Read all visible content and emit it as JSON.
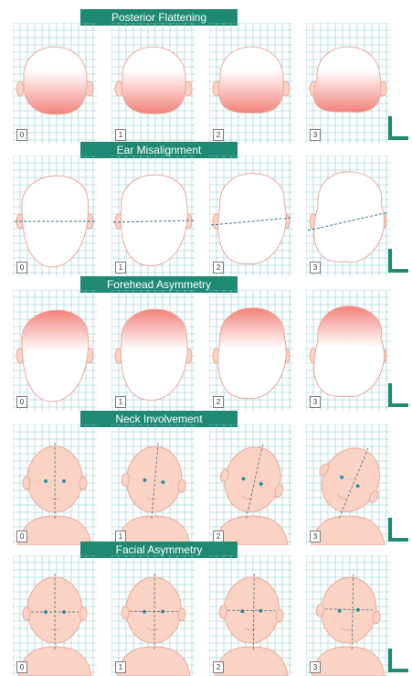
{
  "sections": [
    {
      "title": "Posterior Flattening",
      "kind": "top"
    },
    {
      "title": "Ear Misalignment",
      "kind": "outline"
    },
    {
      "title": "Forehead Asymmetry",
      "kind": "forehead"
    },
    {
      "title": "Neck Involvement",
      "kind": "neck"
    },
    {
      "title": "Facial Asymmetry",
      "kind": "face"
    }
  ],
  "grades": [
    "0",
    "1",
    "2",
    "3"
  ],
  "colors": {
    "banner": "#1f8a72",
    "grid": "#8ec9d3",
    "skin": "#fbd3c5",
    "shade": "#f2827a",
    "outline": "#e9a89a"
  }
}
